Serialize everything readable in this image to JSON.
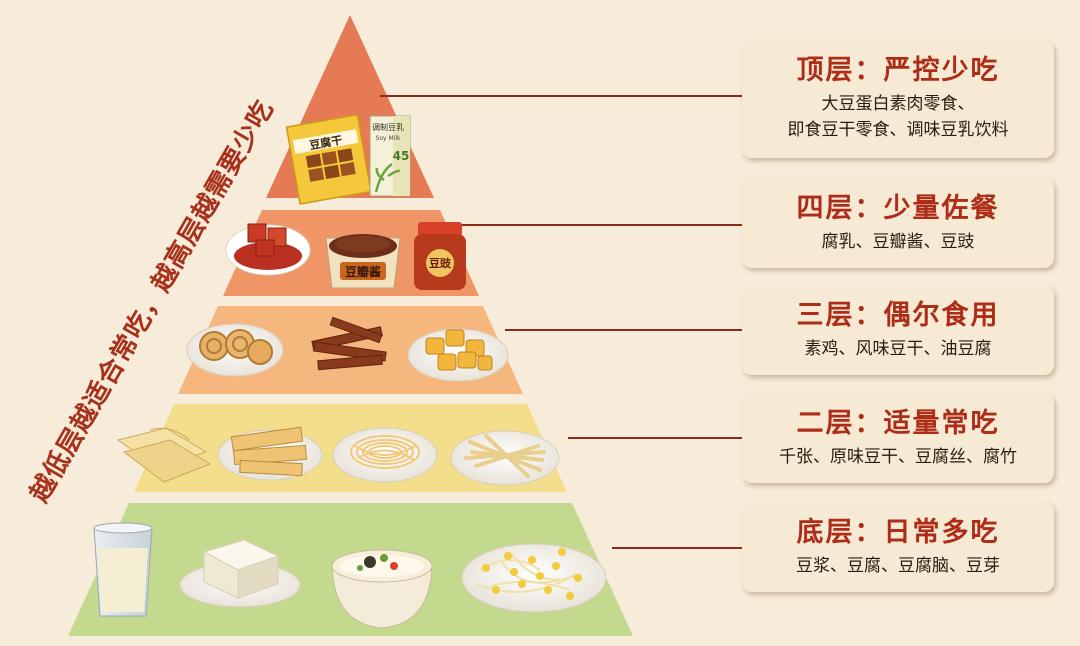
{
  "side_caption": "越低层越适合常吃，越高层越需要少吃",
  "tiers": [
    {
      "title": "顶层：严控少吃",
      "lines": [
        "大豆蛋白素肉零食、",
        "即食豆干零食、调味豆乳饮料"
      ]
    },
    {
      "title": "四层：少量佐餐",
      "lines": [
        "腐乳、豆瓣酱、豆豉"
      ]
    },
    {
      "title": "三层：偶尔食用",
      "lines": [
        "素鸡、风味豆干、油豆腐"
      ]
    },
    {
      "title": "二层：适量常吃",
      "lines": [
        "千张、原味豆干、豆腐丝、腐竹"
      ]
    },
    {
      "title": "底层：日常多吃",
      "lines": [
        "豆浆、豆腐、豆腐脑、豆芽"
      ]
    }
  ],
  "product_labels": {
    "dried_tofu_pack": "豆腐干",
    "soy_milk_box": "调制豆乳",
    "soy_milk_box_en": "Soy Milk",
    "soy_milk_box_pct": "45",
    "bean_paste_box": "豆瓣酱",
    "douchi_jar": "豆豉"
  },
  "colors": {
    "tier_top": "#e57a55",
    "tier_4": "#ef9566",
    "tier_3": "#f6b77f",
    "tier_2": "#f3de8c",
    "tier_base": "#c3d98e",
    "title_red": "#ad2d18",
    "connector": "#8a2a1a"
  }
}
